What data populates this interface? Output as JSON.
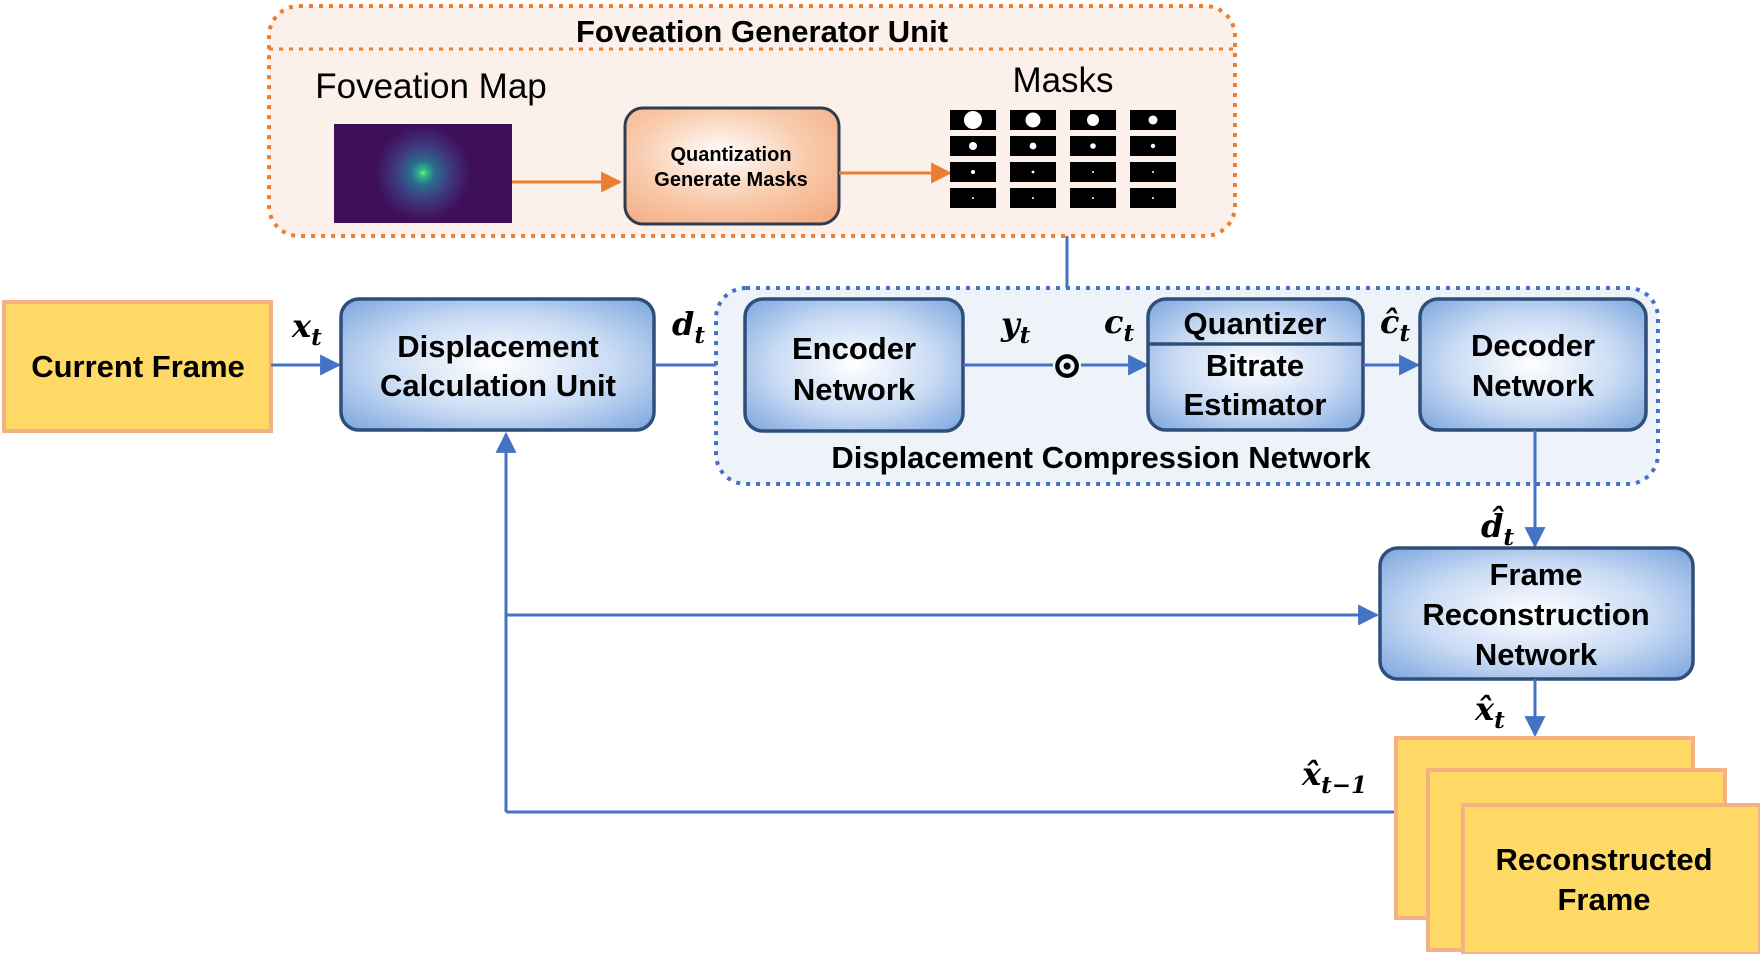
{
  "fgu": {
    "title": "Foveation Generator Unit",
    "map_label": "Foveation Map",
    "quant_line1": "Quantization",
    "quant_line2": "Generate Masks",
    "masks_label": "Masks",
    "mask_columns": 4,
    "mask_rows": 4
  },
  "blocks": {
    "current_frame": "Current Frame",
    "displacement_line1": "Displacement",
    "displacement_line2": "Calculation  Unit",
    "encoder_line1": "Encoder",
    "encoder_line2": "Network",
    "quantizer": "Quantizer",
    "bitrate_line1": "Bitrate",
    "bitrate_line2": "Estimator",
    "decoder_line1": "Decoder",
    "decoder_line2": "Network",
    "dcn_title": "Displacement  Compression  Network",
    "frame_recon_line1": "Frame",
    "frame_recon_line2": "Reconstruction",
    "frame_recon_line3": "Network",
    "reconstructed_line1": "Reconstructed",
    "reconstructed_line2": "Frame"
  },
  "symbols": {
    "x_t": {
      "base": "x",
      "sub": "t"
    },
    "d_t": {
      "base": "d",
      "sub": "t"
    },
    "y_t": {
      "base": "y",
      "sub": "t"
    },
    "c_t": {
      "base": "c",
      "sub": "t"
    },
    "c_hat_t": {
      "base": "ĉ",
      "sub": "t"
    },
    "d_hat_t": {
      "base": "d̂",
      "sub": "t"
    },
    "x_hat_t": {
      "base": "x̂",
      "sub": "t"
    },
    "x_hat_t_minus_1": {
      "base": "x̂",
      "sub": "t−1"
    },
    "hadamard": "⊙"
  },
  "colors": {
    "orange_border": "#ED7D31",
    "blue_arrow": "#4472C4",
    "blue_box_border": "#2F4F7A",
    "yellow_fill": "#FFD966",
    "yellow_border": "#F4B183",
    "dcn_fill": "#EEF3FA",
    "map_bg": "#3F0F59"
  }
}
